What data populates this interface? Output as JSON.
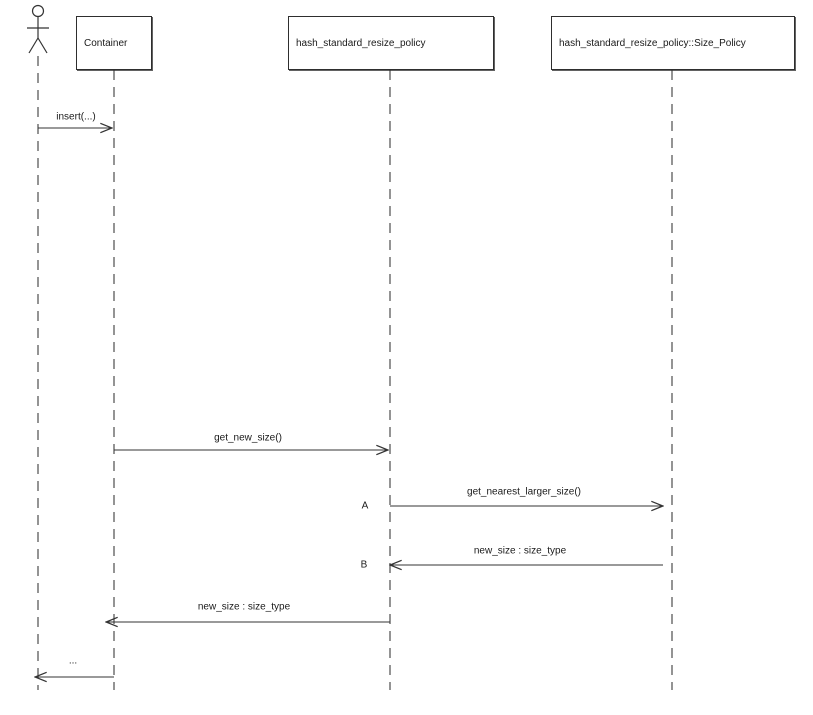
{
  "diagram_type": "uml-sequence-diagram",
  "colors": {
    "line": "#333333",
    "text": "#1a1a1a",
    "background": "#ffffff"
  },
  "actor": {
    "icon": "stick-figure-actor-icon"
  },
  "participants": [
    {
      "label": "Container"
    },
    {
      "label": "hash_standard_resize_policy"
    },
    {
      "label": "hash_standard_resize_policy::Size_Policy"
    }
  ],
  "messages": [
    {
      "label": "insert(...)",
      "from": "actor",
      "to": "Container"
    },
    {
      "label": "get_new_size()",
      "from": "Container",
      "to": "hash_standard_resize_policy"
    },
    {
      "label": "get_nearest_larger_size()",
      "tag": "A",
      "from": "hash_standard_resize_policy",
      "to": "hash_standard_resize_policy::Size_Policy"
    },
    {
      "label": "new_size : size_type",
      "tag": "B",
      "from": "hash_standard_resize_policy::Size_Policy",
      "to": "hash_standard_resize_policy"
    },
    {
      "label": "new_size : size_type",
      "from": "hash_standard_resize_policy",
      "to": "Container"
    },
    {
      "label": "...",
      "from": "Container",
      "to": "actor"
    }
  ]
}
